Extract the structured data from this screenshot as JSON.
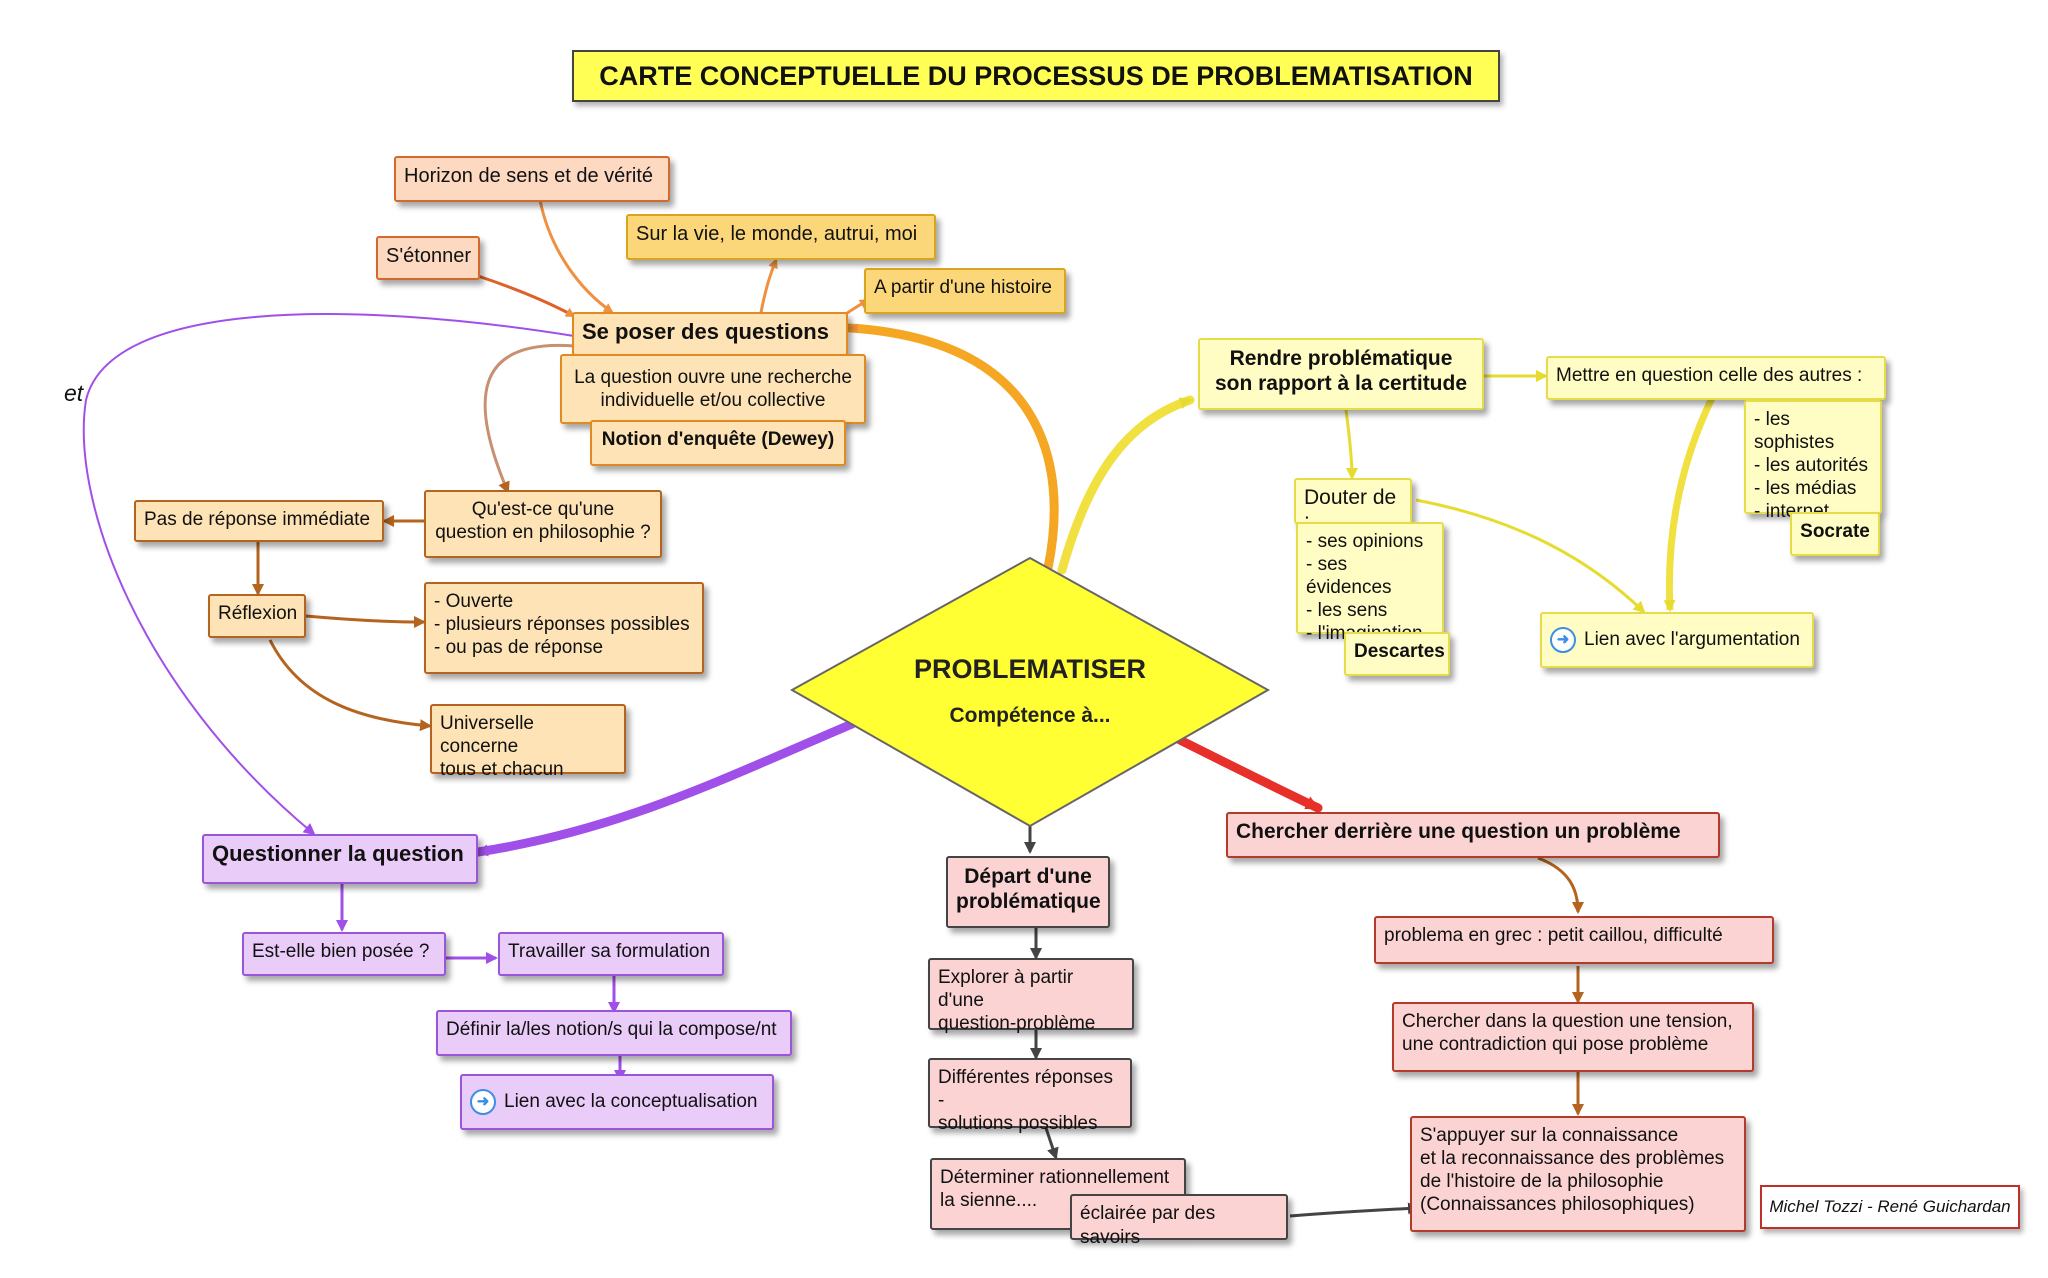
{
  "title": "CARTE CONCEPTUELLE DU PROCESSUS DE PROBLEMATISATION",
  "center": {
    "label": "PROBLEMATISER",
    "sublabel": "Compétence à..."
  },
  "et_label": "et",
  "credit": "Michel Tozzi - René Guichardan",
  "nodes": {
    "horizon": "Horizon de sens et de vérité",
    "setonner": "S'étonner",
    "sur_la_vie": "Sur la vie, le monde, autrui, moi",
    "a_partir_histoire": "A partir d'une histoire",
    "se_poser": "Se poser des questions",
    "question_ouvre": "La question ouvre une recherche\nindividuelle et/ou collective",
    "notion_enquete": "Notion d'enquête (Dewey)",
    "quest_ce": "Qu'est-ce qu'une\nquestion en philosophie ?",
    "pas_de_reponse": "Pas de réponse immédiate",
    "reflexion": "Réflexion",
    "ouverte": "- Ouverte\n- plusieurs réponses possibles\n- ou pas de réponse",
    "universelle": "Universelle concerne\ntous et chacun",
    "rendre_problematique": "Rendre problématique\nson rapport à la certitude",
    "mettre_en_question": "Mettre en question celle des autres :",
    "sophistes": "- les sophistes\n- les autorités\n- les médias\n- internet",
    "socrate": "Socrate",
    "douter": "Douter de :",
    "opinions": "- ses opinions\n- ses évidences\n- les sens\n- l'imagination",
    "descartes": "Descartes",
    "lien_argumentation": "Lien avec l'argumentation",
    "questionner": "Questionner la question",
    "bien_posee": "Est-elle bien posée ?",
    "travailler": "Travailler sa formulation",
    "definir": "Définir la/les notion/s qui la compose/nt",
    "lien_conceptualisation": "Lien avec la conceptualisation",
    "depart": "Départ d'une\nproblématique",
    "explorer": "Explorer à partir d'une\nquestion-problème",
    "differentes": "Différentes réponses -\nsolutions possibles",
    "determiner": "Déterminer rationnellement\nla sienne....",
    "eclairee": "éclairée par des savoirs",
    "chercher": "Chercher derrière une question un problème",
    "problema": "problema en grec : petit caillou, difficulté",
    "tension": "Chercher dans la question une tension,\nune contradiction qui pose problème",
    "sappuyer": "S'appuyer sur la connaissance\net la reconnaissance des problèmes\nde l'histoire de la philosophie\n(Connaissances philosophiques)"
  },
  "colors": {
    "orange_branch": "#f5a623",
    "yellow_branch": "#f0e040",
    "purple_branch": "#a050e8",
    "red_branch": "#e8302a",
    "brown_link": "#b4641e",
    "center_fill": "#ffff33"
  },
  "icons": {
    "link": "arrow-circle-icon"
  }
}
